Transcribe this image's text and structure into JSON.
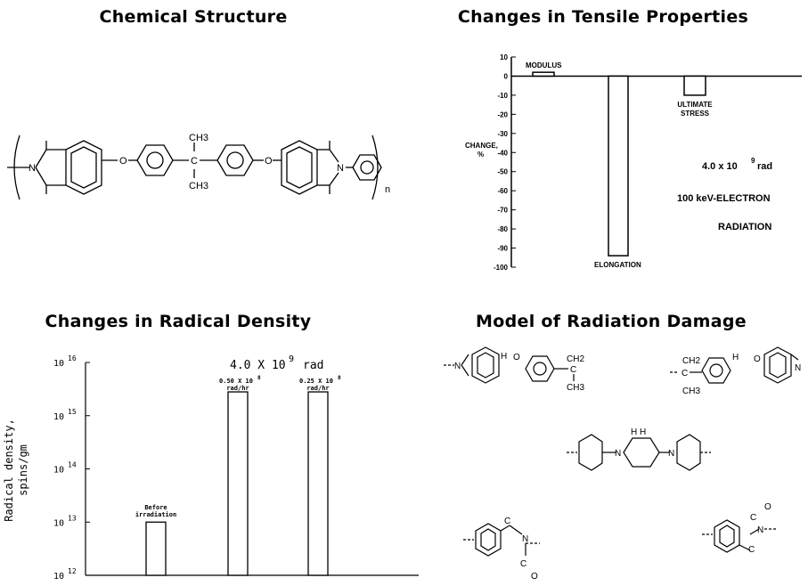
{
  "panels": {
    "structure": {
      "title": "Chemical Structure",
      "labels": {
        "n1": "N",
        "n2": "N",
        "o_left": "O",
        "o_right": "O",
        "ch3_top": "CH3",
        "c_mid": "C",
        "ch3_bot": "CH3",
        "sub_n": "n"
      }
    },
    "tensile": {
      "title": "Changes in Tensile Properties"
    },
    "radical": {
      "title": "Changes in Radical Density"
    },
    "damage": {
      "title": "Model of Radiation Damage",
      "labels": {
        "h": "H",
        "o_dot": "O",
        "ch2": "CH2",
        "c": "C",
        "ch3": "CH3",
        "n": "N",
        "h_ring": "H H",
        "c_dot": "C",
        "o": "O"
      }
    }
  },
  "chart_data": [
    {
      "type": "bar",
      "title": "Changes in Tensile Properties",
      "ylabel": "CHANGE, %",
      "ylim": [
        -100,
        10
      ],
      "yticks": [
        10,
        0,
        -10,
        -20,
        -30,
        -40,
        -50,
        -60,
        -70,
        -80,
        -90,
        -100
      ],
      "categories": [
        "MODULUS",
        "ELONGATION",
        "ULTIMATE STRESS"
      ],
      "values": [
        2,
        -94,
        -10
      ],
      "annotations": [
        "4.0 x 10",
        "9",
        "rad",
        "100 keV-ELECTRON",
        "RADIATION"
      ]
    },
    {
      "type": "bar",
      "title": "Changes in Radical Density",
      "ylabel": "Radical density, spins/gm",
      "yscale": "log",
      "ylim": [
        1000000000000.0,
        1e+16
      ],
      "ytick_exponents": [
        16,
        15,
        14,
        13,
        12
      ],
      "categories": [
        "Before irradiation",
        "0.50 X 10^8 rad/hr",
        "0.25 X 10^8 rad/hr"
      ],
      "values": [
        10000000000000.0,
        2800000000000000.0,
        2800000000000000.0
      ],
      "bar_labels": [
        [
          "Before",
          "irradiation"
        ],
        [
          "0.50 X 10",
          "8",
          "rad/hr"
        ],
        [
          "0.25 X 10",
          "8",
          "rad/hr"
        ]
      ],
      "annotation": {
        "text": "4.0 X 10",
        "sup": "9",
        "unit": "rad"
      }
    }
  ]
}
